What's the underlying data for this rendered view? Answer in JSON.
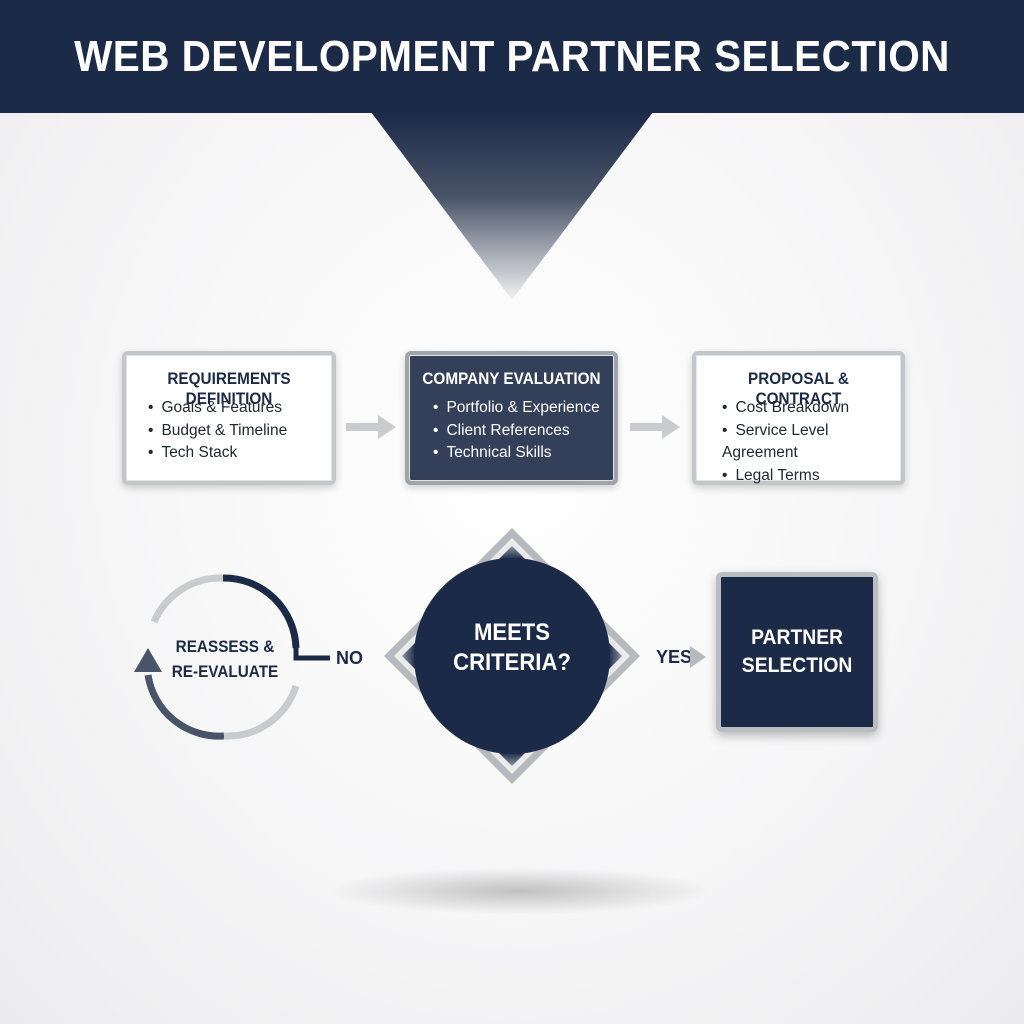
{
  "header": {
    "title": "WEB DEVELOPMENT PARTNER SELECTION"
  },
  "steps": [
    {
      "title": "REQUIREMENTS DEFINITION",
      "items": [
        "Goals & Features",
        "Budget & Timeline",
        "Tech Stack"
      ]
    },
    {
      "title": "COMPANY EVALUATION",
      "items": [
        "Portfolio & Experience",
        "Client References",
        "Technical Skills"
      ]
    },
    {
      "title": "PROPOSAL & CONTRACT",
      "items": [
        "Cost Breakdown",
        "Service Level Agreement",
        "Legal Terms"
      ]
    }
  ],
  "decision": {
    "line1": "MEETS",
    "line2": "CRITERIA?",
    "no_label": "NO",
    "yes_label": "YES"
  },
  "loop": {
    "line1": "REASSESS &",
    "line2": "RE-EVALUATE"
  },
  "result": {
    "line1": "PARTNER",
    "line2": "SELECTION"
  },
  "colors": {
    "navy": "#1b2a47",
    "slate": "#34405a",
    "border_gray": "#c4c6ca",
    "arrow_gray": "#c9cbcf"
  }
}
